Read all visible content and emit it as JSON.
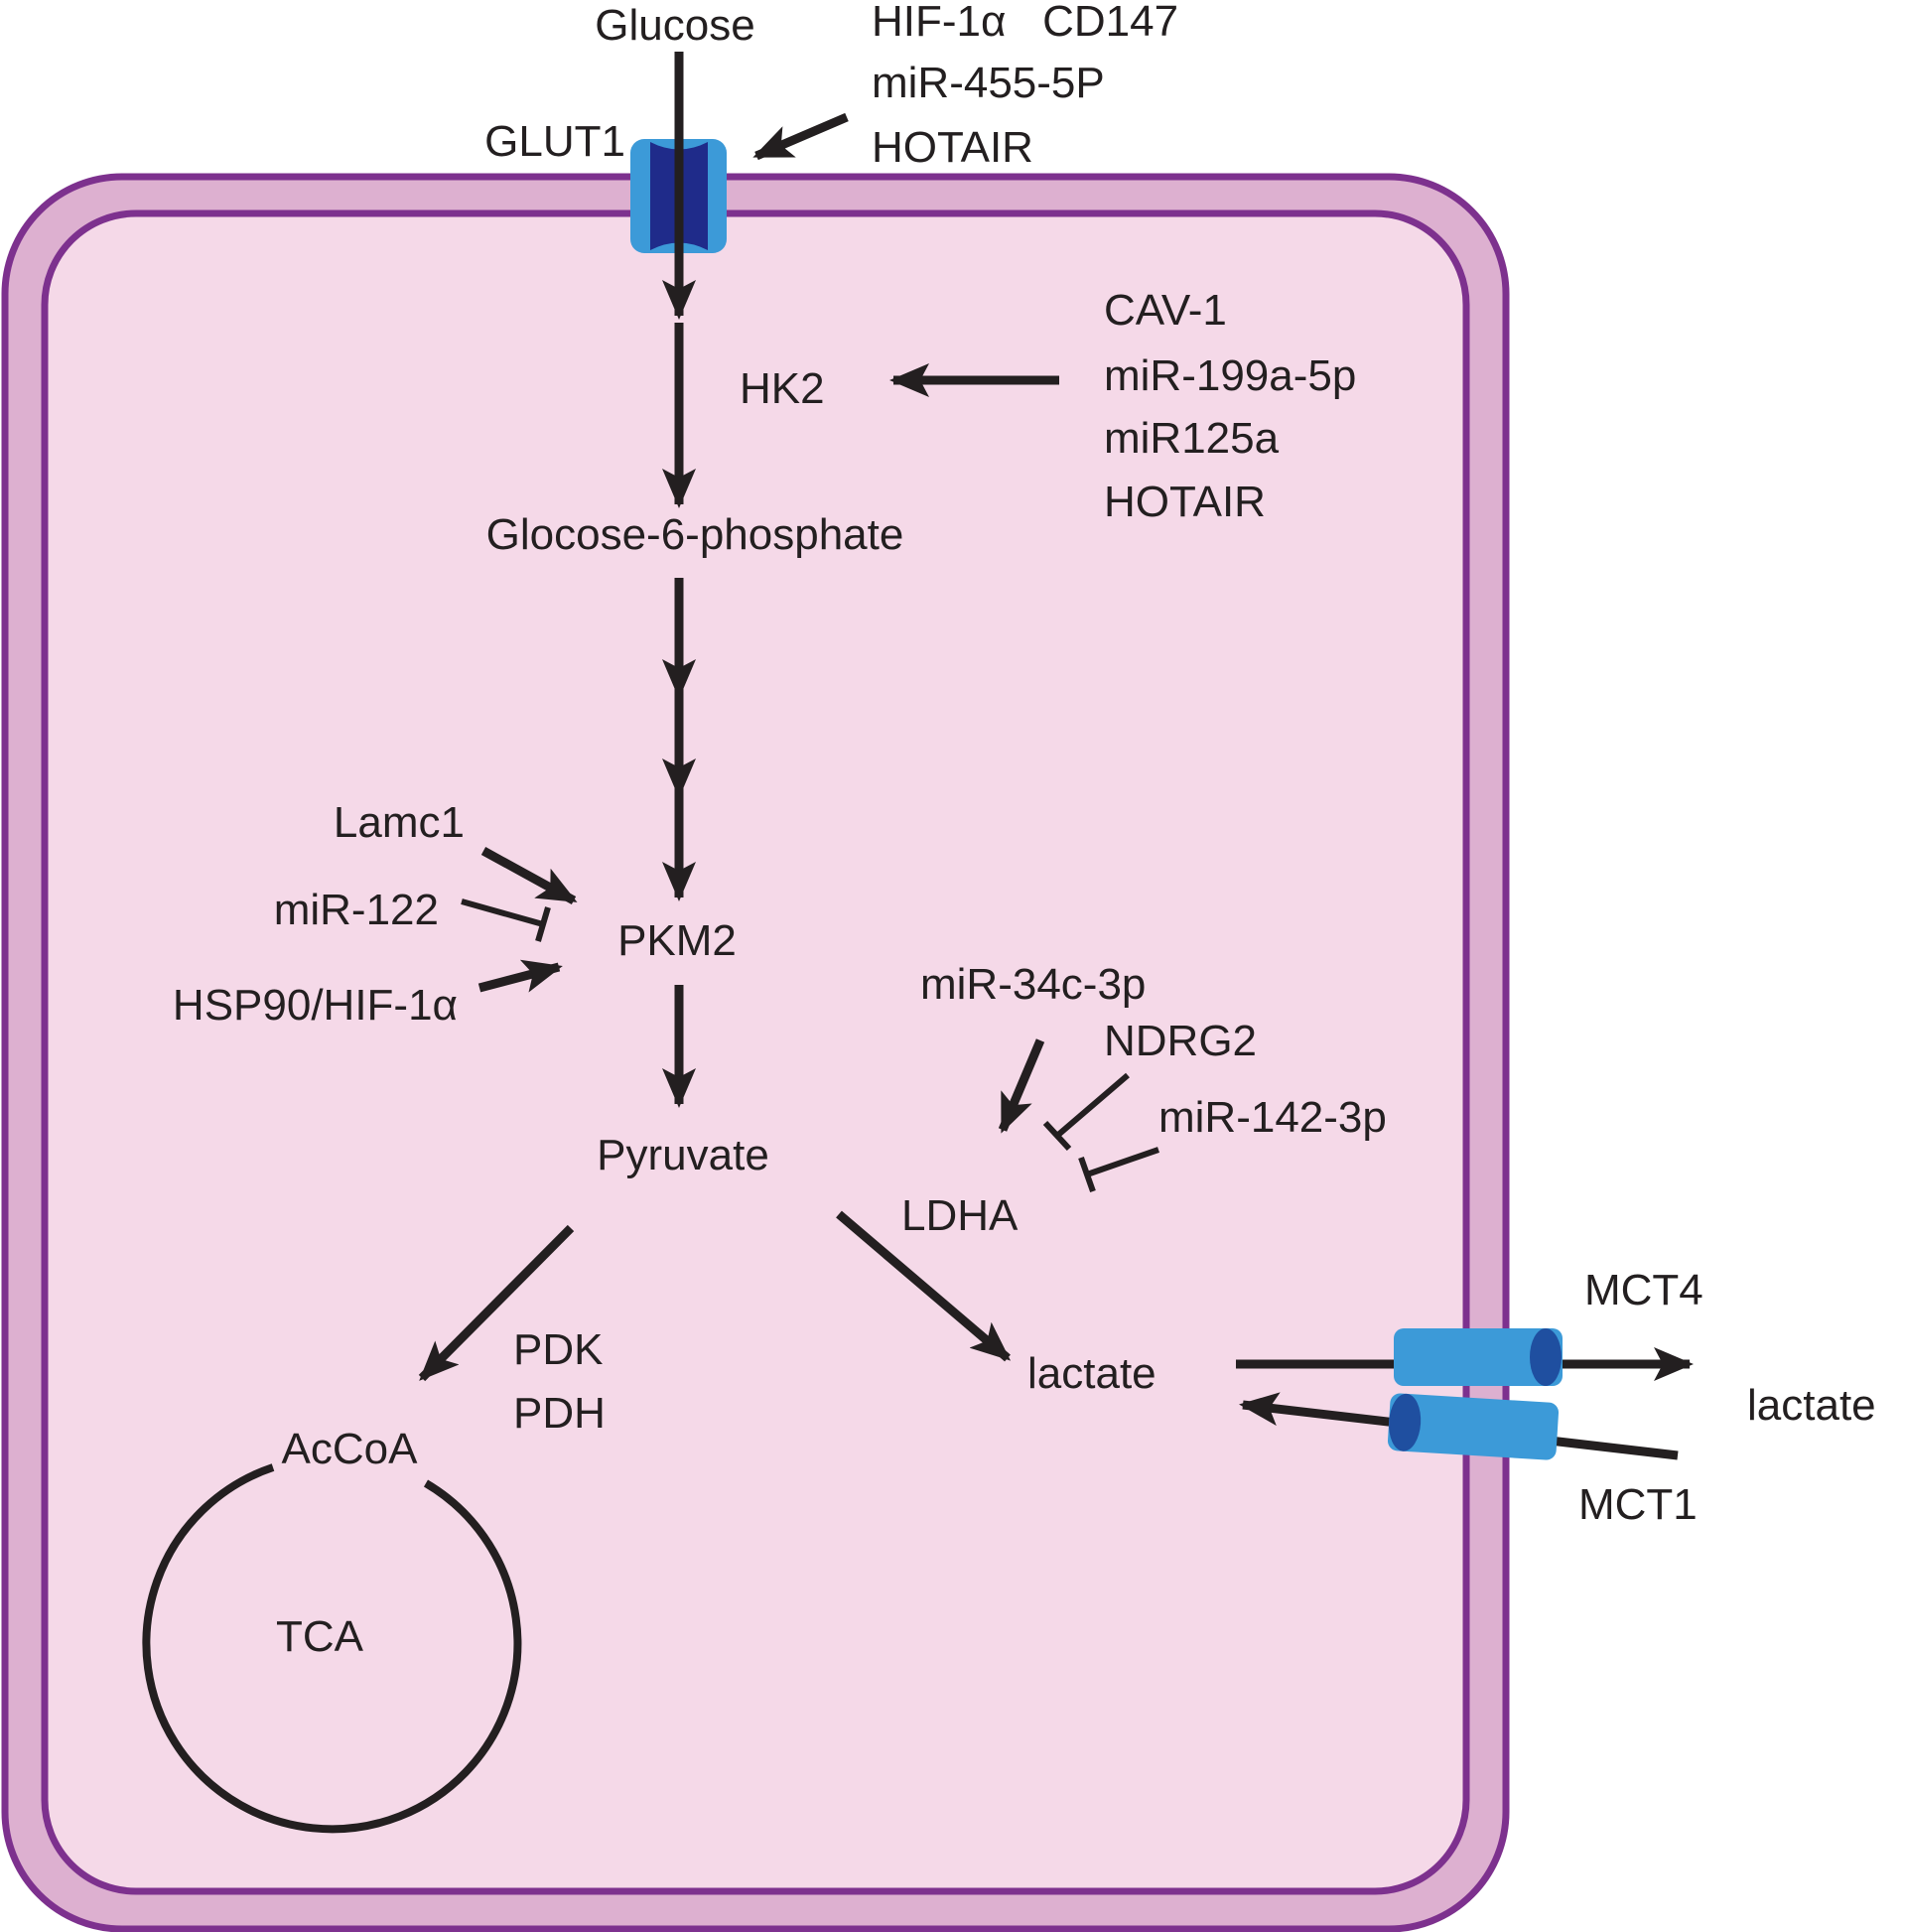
{
  "colors": {
    "membrane_outer_fill": "#ddb0d0",
    "membrane_stroke": "#7d318e",
    "cytoplasm_fill": "#f5d9e8",
    "transporter_light": "#3c9ad8",
    "transporter_dark": "#1f2b8a",
    "ink": "#231f20"
  },
  "labels": {
    "glucose": "Glucose",
    "glut1": "GLUT1",
    "glut1_regulators": [
      "HIF-1α   CD147",
      "miR-455-5P",
      "HOTAIR"
    ],
    "hk2": "HK2",
    "hk2_regulators": [
      "CAV-1",
      "miR-199a-5p",
      "miR125a",
      "HOTAIR"
    ],
    "g6p": "Glocose-6-phosphate",
    "pkm2": "PKM2",
    "pkm2_regulators": [
      "Lamc1",
      "miR-122",
      "HSP90/HIF-1α"
    ],
    "pyruvate": "Pyruvate",
    "ldha": "LDHA",
    "ldha_regulators": [
      "miR-34c-3p",
      "NDRG2",
      "miR-142-3p"
    ],
    "pdk": "PDK",
    "pdh": "PDH",
    "accoa": "AcCoA",
    "tca": "TCA",
    "lactate_in": "lactate",
    "lactate_out": "lactate",
    "mct4": "MCT4",
    "mct1": "MCT1"
  }
}
